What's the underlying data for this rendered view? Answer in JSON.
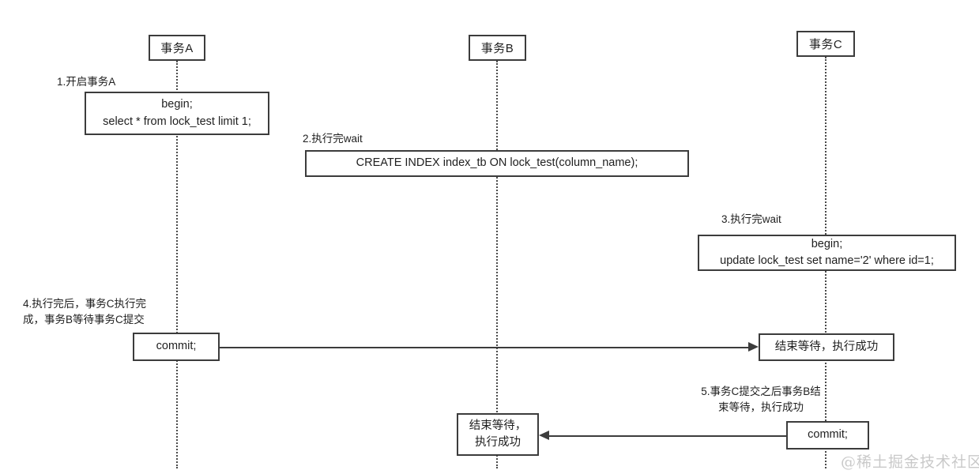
{
  "diagram": {
    "type": "sequence-diagram",
    "title": "",
    "watermark": "@稀土掘金技术社区",
    "colors": {
      "stroke": "#3c3c3c",
      "lifeline": "#4a4a4a",
      "text": "#1f1f1f",
      "background": "#ffffff",
      "watermark": "#c9c9c9"
    },
    "actors": [
      {
        "id": "A",
        "label": "事务A"
      },
      {
        "id": "B",
        "label": "事务B"
      },
      {
        "id": "C",
        "label": "事务C"
      }
    ],
    "steps": [
      {
        "number": "1",
        "note": "1.开启事务A",
        "actor": "A",
        "lines": [
          "begin;",
          "select * from lock_test limit 1;"
        ]
      },
      {
        "number": "2",
        "note": "2.执行完wait",
        "actor": "B",
        "lines": [
          "CREATE INDEX index_tb ON lock_test(column_name);"
        ]
      },
      {
        "number": "3",
        "note": "3.执行完wait",
        "actor": "C",
        "lines": [
          "begin;",
          "update lock_test set name='2' where id=1;"
        ]
      },
      {
        "number": "4",
        "note": "4.执行完后，事务C执行完\n成，事务B等待事务C提交",
        "actor": "A",
        "lines": [
          "commit;"
        ],
        "target_lines": [
          "结束等待，执行成功"
        ],
        "target_actor": "C",
        "direction": "right"
      },
      {
        "number": "5",
        "note": "5.事务C提交之后事务B结\n束等待，执行成功",
        "actor": "C",
        "lines": [
          "commit;"
        ],
        "target_lines": [
          "结束等待，",
          "执行成功"
        ],
        "target_actor": "B",
        "direction": "left"
      }
    ]
  }
}
